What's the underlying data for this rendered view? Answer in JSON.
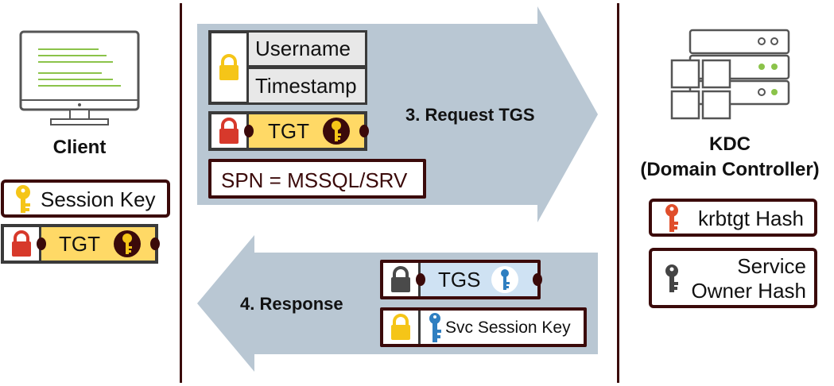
{
  "client": {
    "label": "Client",
    "session_key_label": "Session Key",
    "tgt_label": "TGT"
  },
  "request": {
    "arrow_label": "3. Request TGS",
    "username_label": "Username",
    "timestamp_label": "Timestamp",
    "tgt_label": "TGT",
    "spn_label": "SPN = MSSQL/SRV"
  },
  "response": {
    "arrow_label": "4. Response",
    "tgs_label": "TGS",
    "svc_session_key_label": "Svc Session Key"
  },
  "kdc": {
    "title_line1": "KDC",
    "title_line2": "(Domain Controller)",
    "krbtgt_label": "krbtgt Hash",
    "service_owner_line1": "Service",
    "service_owner_line2": "Owner Hash"
  },
  "colors": {
    "divider": "#3b0a0a",
    "arrow_fill": "#b9c7d3",
    "lock_yellow": "#f5c518",
    "lock_red": "#d7392b",
    "lock_gray": "#4a4a4a",
    "ticket_yellow": "#ffd966",
    "ticket_blue": "#cfe2f3",
    "key_yellow": "#f5c518",
    "key_red": "#e04e2b",
    "key_blue": "#2f7fc1",
    "key_gray": "#444444",
    "monitor_lines": "#8bc34a",
    "server_led": "#8bc34a"
  },
  "icons": [
    "monitor-icon",
    "server-icon",
    "lock-icon",
    "key-icon"
  ]
}
